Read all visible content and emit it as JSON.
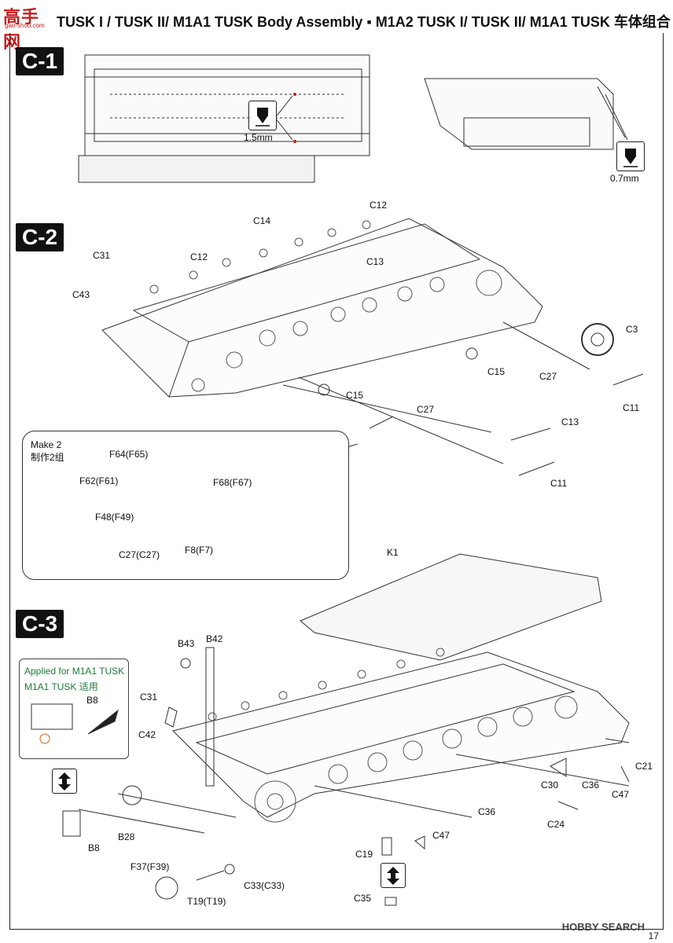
{
  "header": {
    "logo_big": "高手网",
    "logo_small": "gao-shou.com",
    "title": "TUSK I / TUSK II/ M1A1 TUSK Body Assembly ▪ M1A2 TUSK I/ TUSK II/ M1A1 TUSK 车体组合"
  },
  "steps": {
    "c1": "C-1",
    "c2": "C-2",
    "c3": "C-3"
  },
  "drill": {
    "left_size": "1.5mm",
    "right_size": "0.7mm"
  },
  "c2_labels": {
    "c14": "C14",
    "c12_top": "C12",
    "c12_left": "C12",
    "c31": "C31",
    "c43": "C43",
    "c13_top": "C13",
    "c3": "C3",
    "c15_right": "C15",
    "c27_right": "C27",
    "c11_right": "C11",
    "c15_mid": "C15",
    "c27_mid": "C27",
    "c13_bottom": "C13",
    "c11_bottom": "C11"
  },
  "inset": {
    "make_en": "Make 2",
    "make_cn": "制作2组",
    "f64": "F64(F65)",
    "f62": "F62(F61)",
    "f68": "F68(F67)",
    "f48": "F48(F49)",
    "f8": "F8(F7)",
    "c27": "C27(C27)"
  },
  "c3_labels": {
    "k1": "K1",
    "b43": "B43",
    "b42": "B42",
    "c31": "C31",
    "c42": "C42",
    "b8_box": "B8",
    "b8": "B8",
    "b28": "B28",
    "c21": "C21",
    "c30": "C30",
    "c36_right": "C36",
    "c47_right": "C47",
    "c36_mid": "C36",
    "c24": "C24",
    "c47_mid": "C47",
    "c19": "C19",
    "f37": "F37(F39)",
    "c33": "C33(C33)",
    "t19": "T19(T19)",
    "c35": "C35"
  },
  "applied": {
    "en": "Applied for M1A1 TUSK",
    "cn": "M1A1 TUSK 适用"
  },
  "footer": {
    "brand": "HOBBY SEARCH",
    "page": "17"
  },
  "colors": {
    "ink": "#111111",
    "green_note": "#1f7a3a",
    "logo_red": "#c41e1e"
  }
}
